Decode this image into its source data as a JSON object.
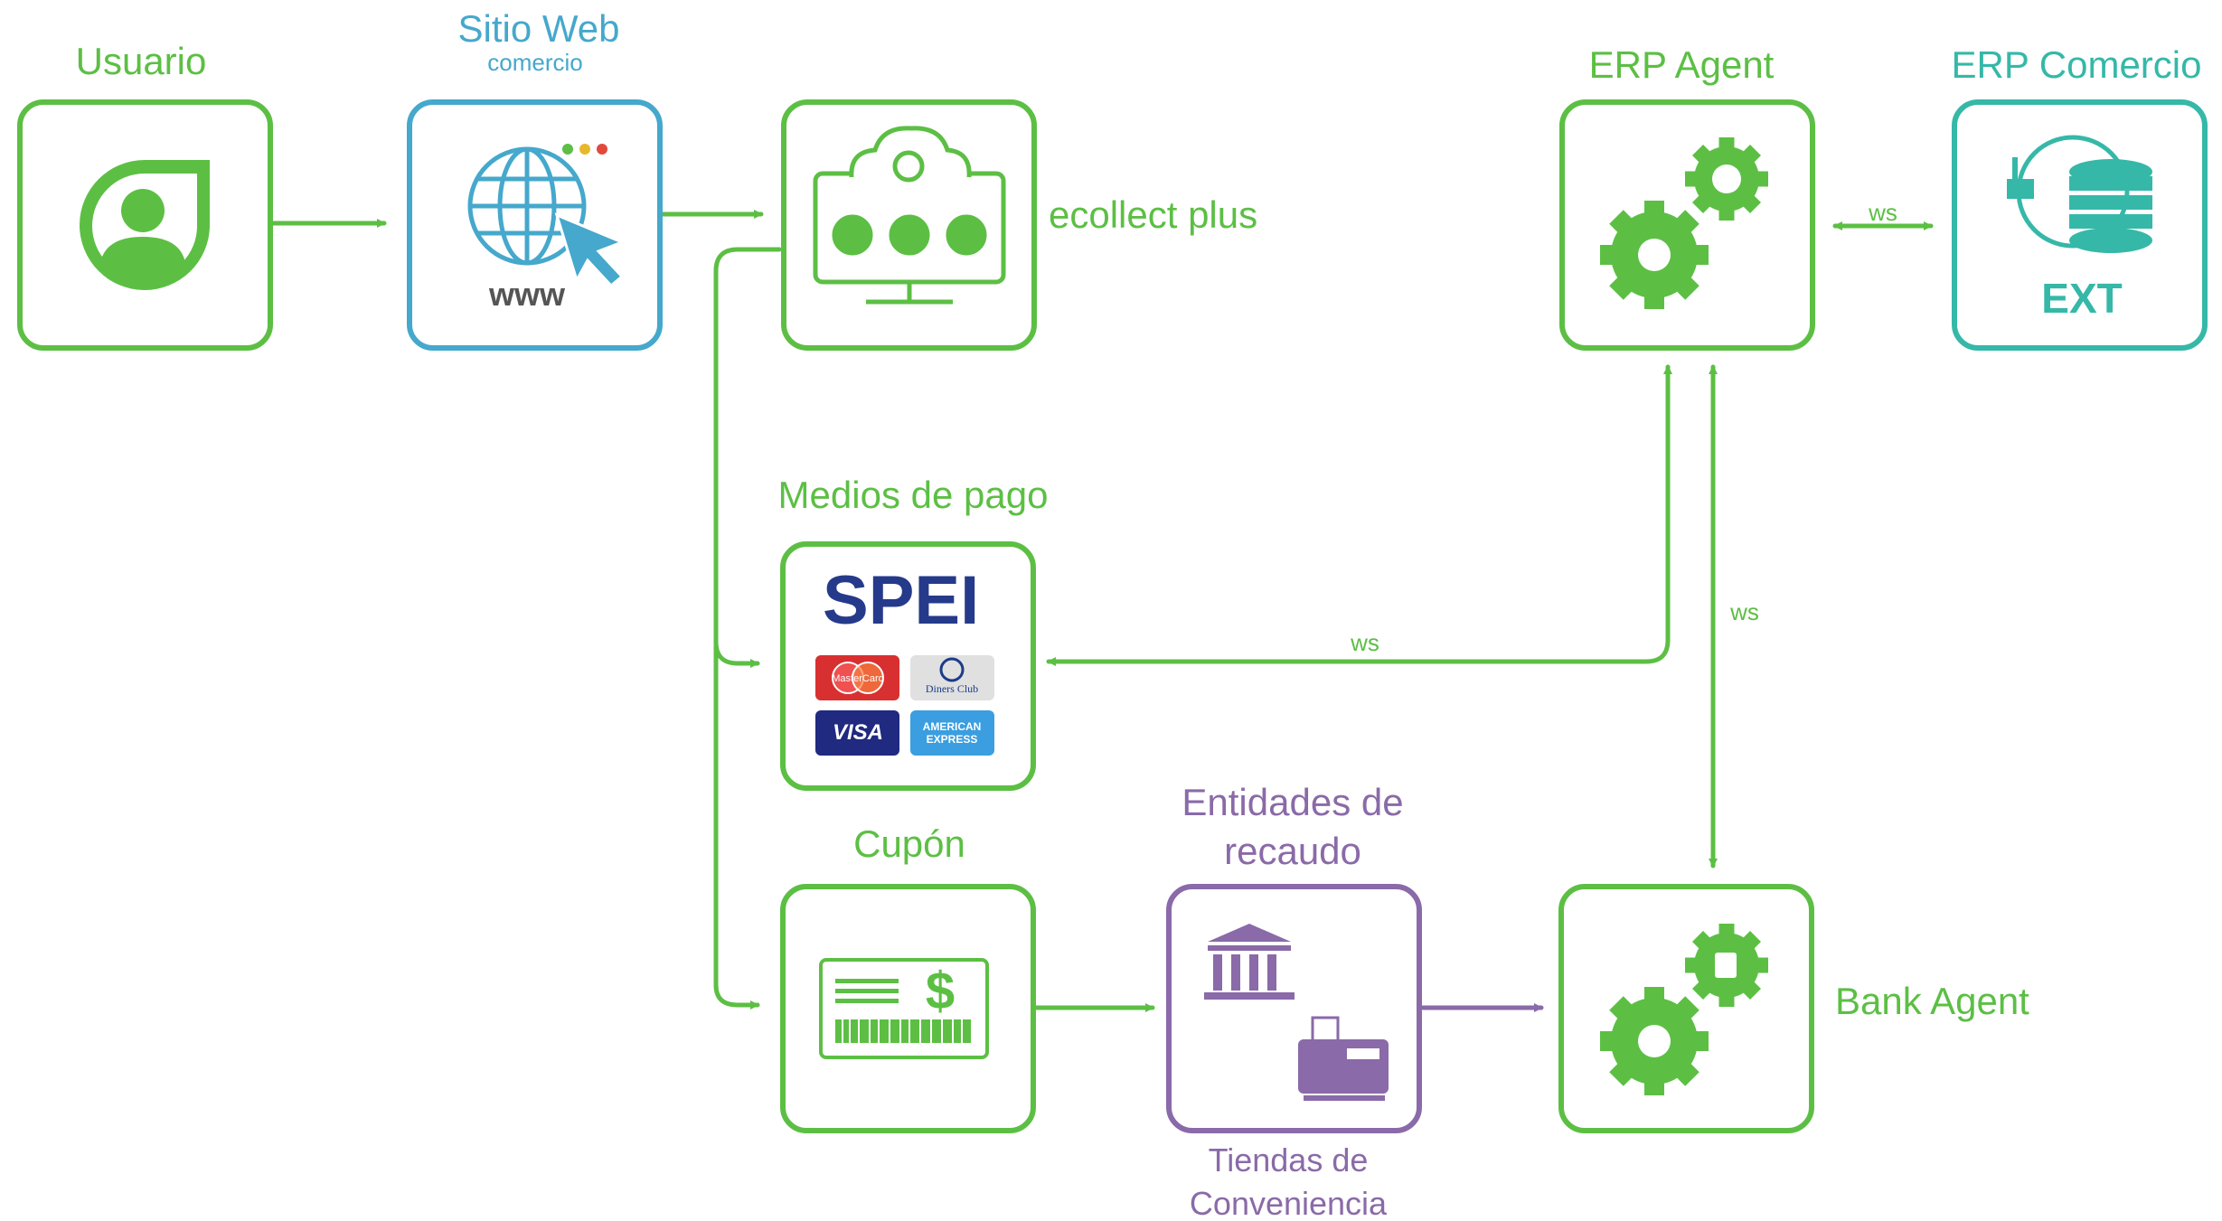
{
  "colors": {
    "green": "#5cbf44",
    "blue": "#45a8cc",
    "teal": "#35b8a8",
    "purple": "#8a6aa8",
    "navy": "#253a8a"
  },
  "nodes": {
    "usuario": {
      "label": "Usuario",
      "icon": "user-icon"
    },
    "sitio_web": {
      "label": "Sitio Web",
      "sublabel": "comercio",
      "icon_text": "www",
      "icon": "globe-cursor-icon"
    },
    "ecollect": {
      "label": "ecollect plus",
      "icon": "cloud-monitor-icon"
    },
    "erp_agent": {
      "label": "ERP Agent",
      "icon": "gears-icon"
    },
    "erp_comercio": {
      "label": "ERP Comercio",
      "icon_text": "EXT",
      "icon": "database-plug-icon"
    },
    "medios_pago": {
      "label": "Medios de pago",
      "logos": {
        "spei": "SPEI",
        "mastercard": "MasterCard",
        "diners": "Diners Club",
        "visa": "VISA",
        "amex_line1": "AMERICAN",
        "amex_line2": "EXPRESS"
      }
    },
    "cupon": {
      "label": "Cupón",
      "icon_text": "$",
      "icon": "coupon-barcode-icon"
    },
    "entidades": {
      "label_line1": "Entidades de",
      "label_line2": "recaudo",
      "icon": "bank-register-icon"
    },
    "tiendas": {
      "label_line1": "Tiendas de",
      "label_line2": "Conveniencia"
    },
    "bank_agent": {
      "label": "Bank Agent",
      "icon": "gears-icon"
    }
  },
  "edges": {
    "ws_erp_ext": "ws",
    "ws_erp_medios": "ws",
    "ws_erp_bank": "ws"
  }
}
